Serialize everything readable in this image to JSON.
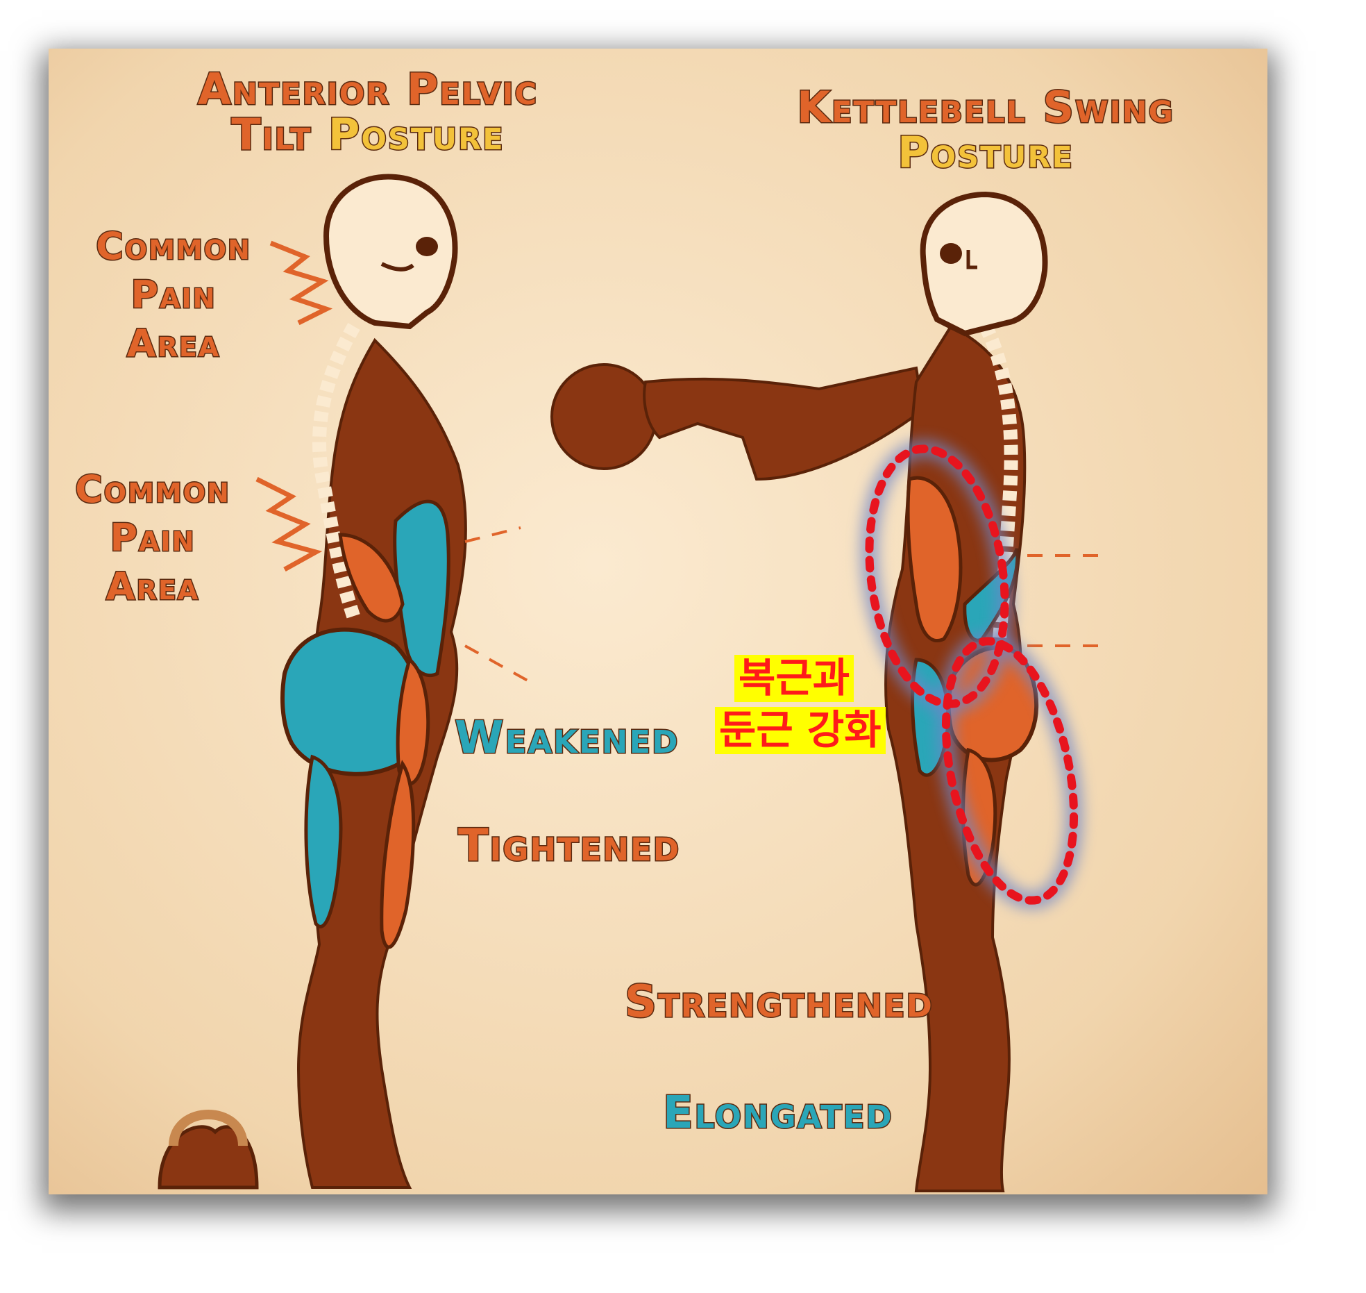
{
  "left_title": {
    "line1": "Anterior Pelvic",
    "line2_a": "Tilt ",
    "line2_b": "Posture"
  },
  "right_title": {
    "line1": "Kettlebell Swing",
    "line2": "Posture"
  },
  "pain_labels": [
    {
      "l1": "Common",
      "l2": "Pain",
      "l3": "Area"
    },
    {
      "l1": "Common",
      "l2": "Pain",
      "l3": "Area"
    }
  ],
  "legend": {
    "weakened": "Weakened",
    "tightened": "Tightened",
    "strengthened": "Strengthened",
    "elongated": "Elongated"
  },
  "annotation": {
    "line1": "복근과",
    "line2": "둔근 강화"
  },
  "colors": {
    "background": "#f3dbb7",
    "body": "#8a3612",
    "orange_muscle": "#e0642a",
    "teal_muscle": "#2aa6b8",
    "highlight_dots": "#e8141e",
    "highlight_glow": "#6f86c8"
  }
}
